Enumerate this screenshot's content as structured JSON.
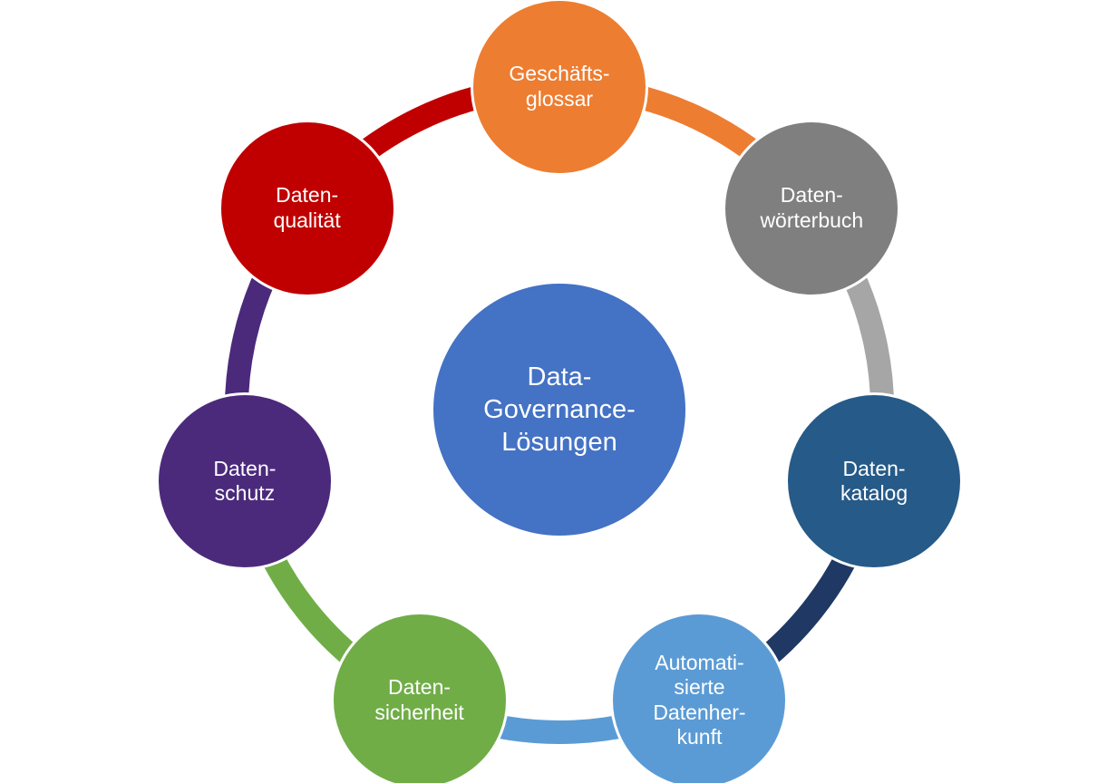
{
  "diagram_title": "Data-Governance-Lösungen",
  "background_color": "#ffffff",
  "center": {
    "label": "Data-Governance-Lösungen",
    "lines": [
      "Data-",
      "Governance-",
      "Lösungen"
    ],
    "color": "#4472c4",
    "text_color": "#ffffff"
  },
  "nodes": [
    {
      "id": "geschaeftsglossar",
      "label": "Geschäftsglossar",
      "lines": [
        "Geschäfts-",
        "glossar"
      ],
      "color": "#ed7d31",
      "arc_color": "#ed7d31"
    },
    {
      "id": "datenwoerterbuch",
      "label": "Datenwörterbuch",
      "lines": [
        "Daten-",
        "wörterbuch"
      ],
      "color": "#7f7f7f",
      "arc_color": "#a6a6a6"
    },
    {
      "id": "datenkatalog",
      "label": "Datenkatalog",
      "lines": [
        "Daten-",
        "katalog"
      ],
      "color": "#265a88",
      "arc_color": "#1f3864"
    },
    {
      "id": "automatisierte-datenherkunft",
      "label": "Automatisierte Datenherkunft",
      "lines": [
        "Automati-",
        "sierte",
        "Datenher-",
        "kunft"
      ],
      "color": "#5b9bd5",
      "arc_color": "#5b9bd5"
    },
    {
      "id": "datensicherheit",
      "label": "Datensicherheit",
      "lines": [
        "Daten-",
        "sicherheit"
      ],
      "color": "#70ad47",
      "arc_color": "#70ad47"
    },
    {
      "id": "datenschutz",
      "label": "Datenschutz",
      "lines": [
        "Daten-",
        "schutz"
      ],
      "color": "#4b2a7c",
      "arc_color": "#4b2a7c"
    },
    {
      "id": "datenqualitaet",
      "label": "Datenqualität",
      "lines": [
        "Daten-",
        "qualität"
      ],
      "color": "#c00000",
      "arc_color": "#c00000"
    }
  ]
}
